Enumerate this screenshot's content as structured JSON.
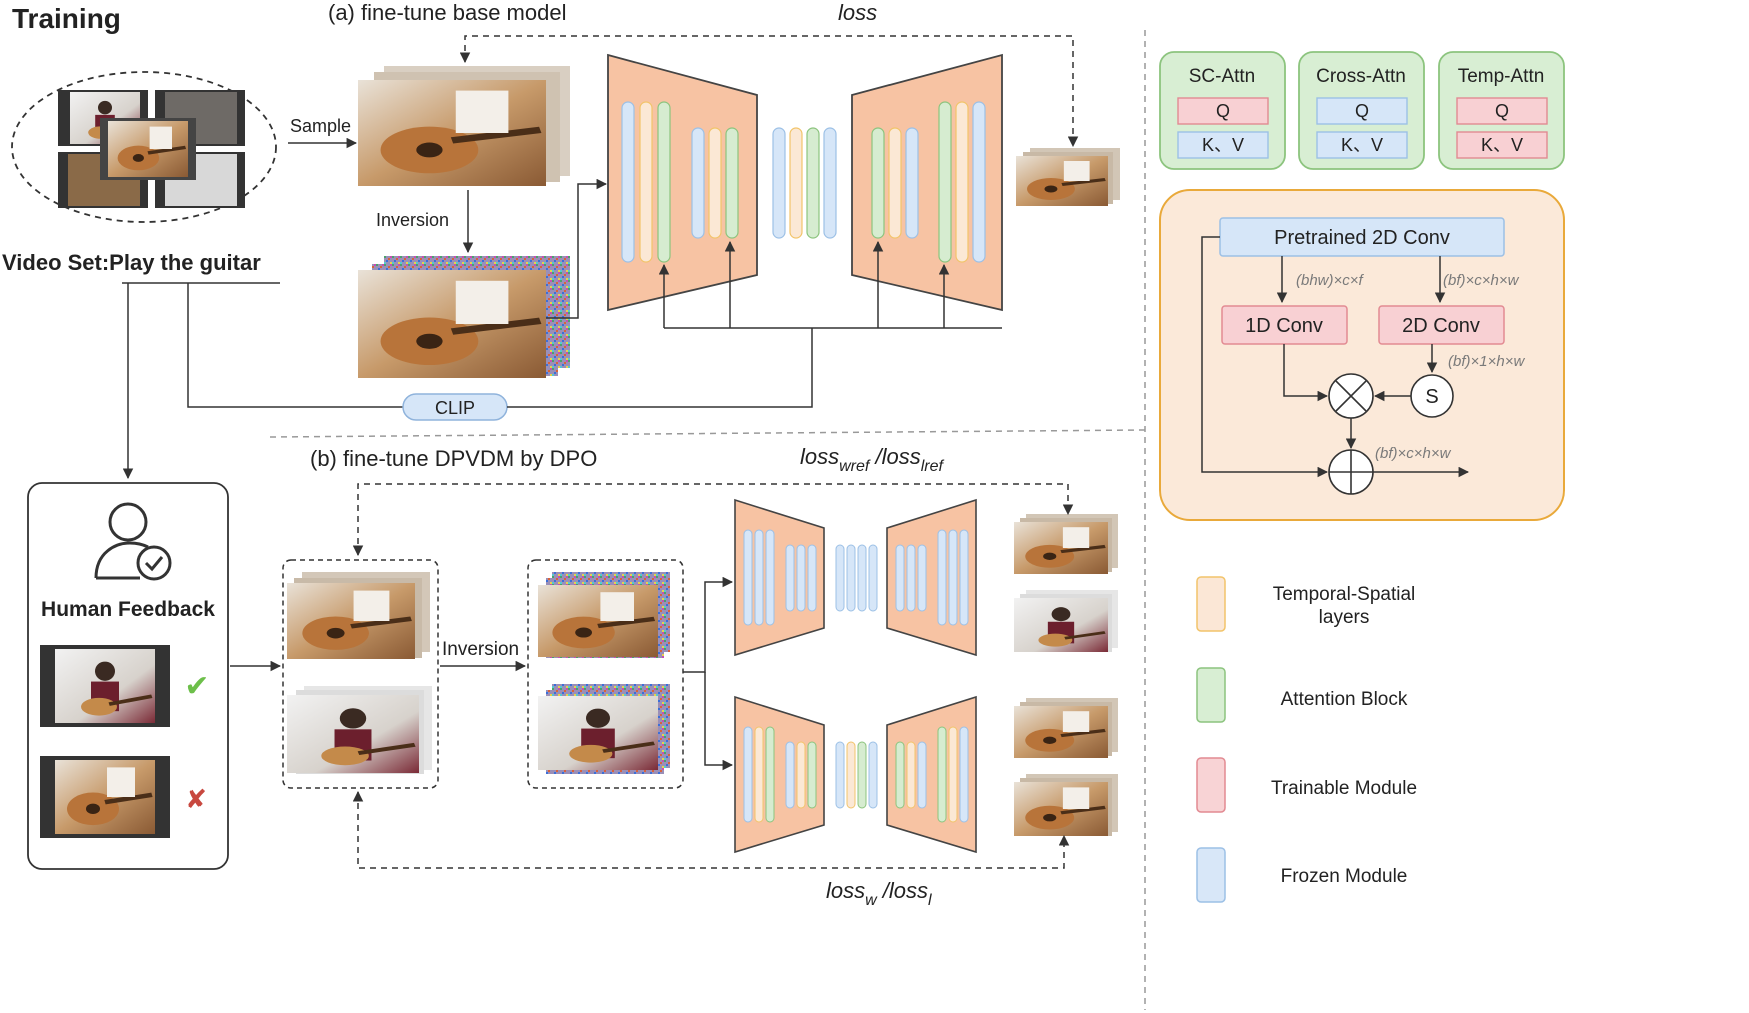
{
  "title": "Training",
  "section_a": {
    "title": "(a) fine-tune base model",
    "loss_label": "loss"
  },
  "section_b": {
    "title": "(b) fine-tune DPVDM by DPO",
    "loss_top": {
      "base1": "loss",
      "sub1": "wref",
      "sep": " /",
      "base2": "loss",
      "sub2": "lref"
    },
    "loss_bottom": {
      "base1": "loss",
      "sub1": "w",
      "sep": " /",
      "base2": "loss",
      "sub2": "l"
    }
  },
  "video_set_label": "Video Set:Play the guitar",
  "sample_label": "Sample",
  "inversion_label": "Inversion",
  "inversion_label_b": "Inversion",
  "clip_label": "CLIP",
  "human_feedback_label": "Human Feedback",
  "feedback_marks": {
    "accept": "✔",
    "reject": "✘"
  },
  "attn_blocks": [
    {
      "title": "SC-Attn",
      "q": "Q",
      "kv": "K、V",
      "q_state": "trainable",
      "kv_state": "frozen"
    },
    {
      "title": "Cross-Attn",
      "q": "Q",
      "kv": "K、V",
      "q_state": "frozen",
      "kv_state": "frozen"
    },
    {
      "title": "Temp-Attn",
      "q": "Q",
      "kv": "K、V",
      "q_state": "trainable",
      "kv_state": "trainable"
    }
  ],
  "conv_module": {
    "pretrained": "Pretrained 2D Conv",
    "conv1d": "1D Conv",
    "conv2d": "2D Conv",
    "ann_left": "(bhw)×c×f",
    "ann_right": "(bf)×c×h×w",
    "ann_s": "(bf)×1×h×w",
    "ann_out": "(bf)×c×h×w",
    "s_label": "S"
  },
  "legend": [
    {
      "label": "Temporal-Spatial",
      "label2": "layers",
      "color": "#fbe7d6",
      "border": "#f2c46a"
    },
    {
      "label": "Attention Block",
      "label2": "",
      "color": "#d8eed3",
      "border": "#8cc47e"
    },
    {
      "label": "Trainable Module",
      "label2": "",
      "color": "#f8d3d5",
      "border": "#e28a92"
    },
    {
      "label": "Frozen Module",
      "label2": "",
      "color": "#d8e7f8",
      "border": "#9cc0e6"
    }
  ],
  "colors": {
    "unet_fill": "#f7c3a3",
    "unet_stroke": "#444444",
    "frozen": "#d6e6f8",
    "trainable": "#f8d0d3",
    "attention": "#d6ecd0",
    "temporal": "#fbe8d5",
    "group_fill": "#fbe9d9",
    "group_stroke": "#e9a93a"
  }
}
